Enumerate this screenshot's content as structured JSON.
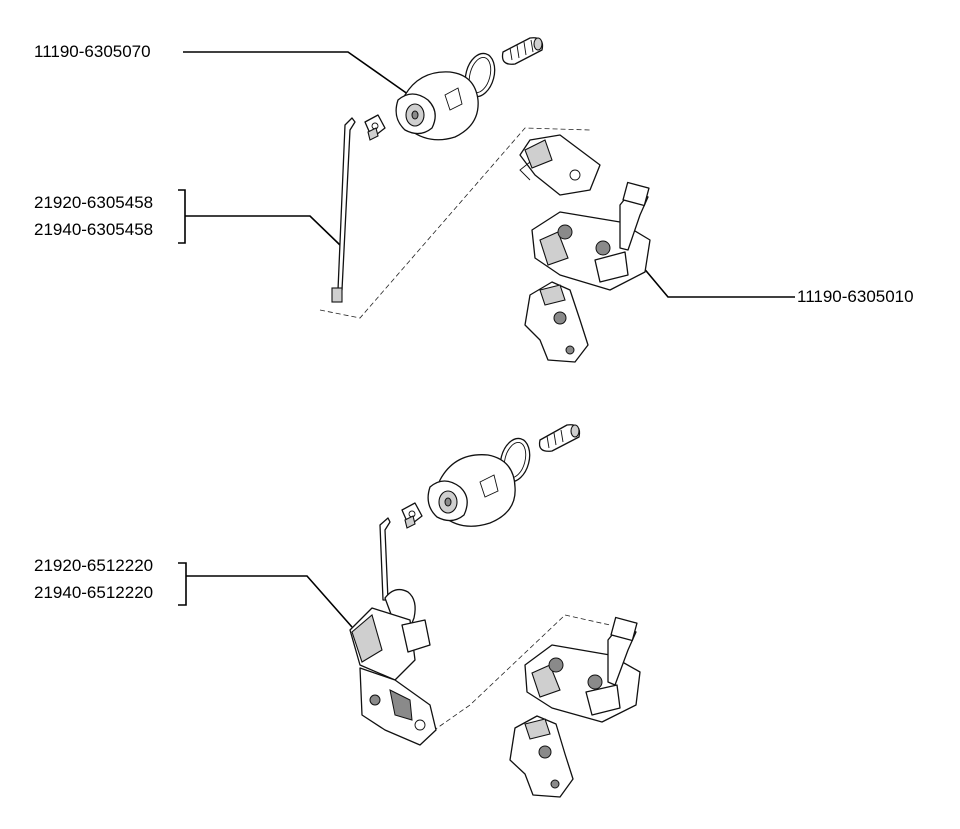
{
  "callouts": {
    "top_lock_cylinder": "11190-6305070",
    "top_rod_a": "21920-6305458",
    "top_rod_b": "21940-6305458",
    "top_latch": "11190-6305010",
    "bottom_actuator_a": "21920-6512220",
    "bottom_actuator_b": "21940-6512220"
  }
}
